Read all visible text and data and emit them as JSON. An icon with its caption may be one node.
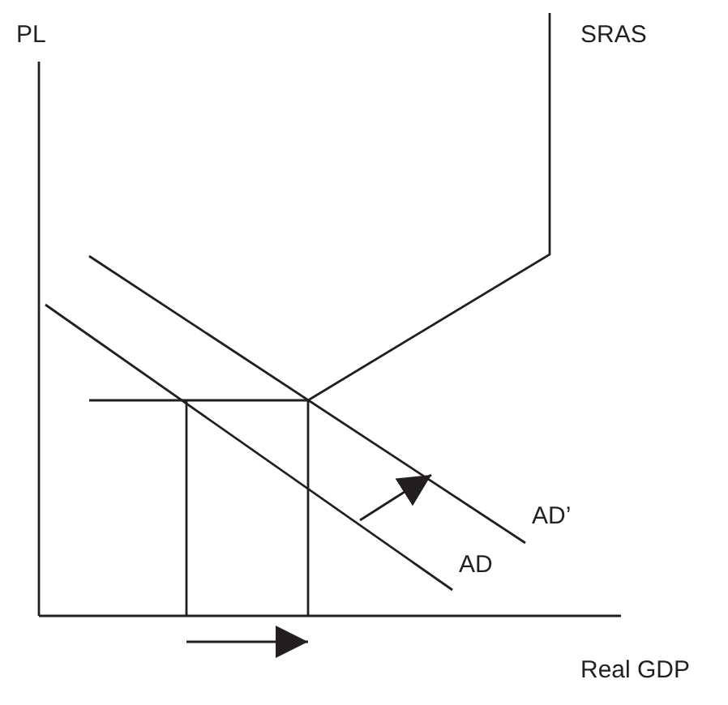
{
  "diagram": {
    "labels": [
      "PL",
      "SRAS",
      "AD’",
      "AD",
      "Real GDP"
    ]
  }
}
